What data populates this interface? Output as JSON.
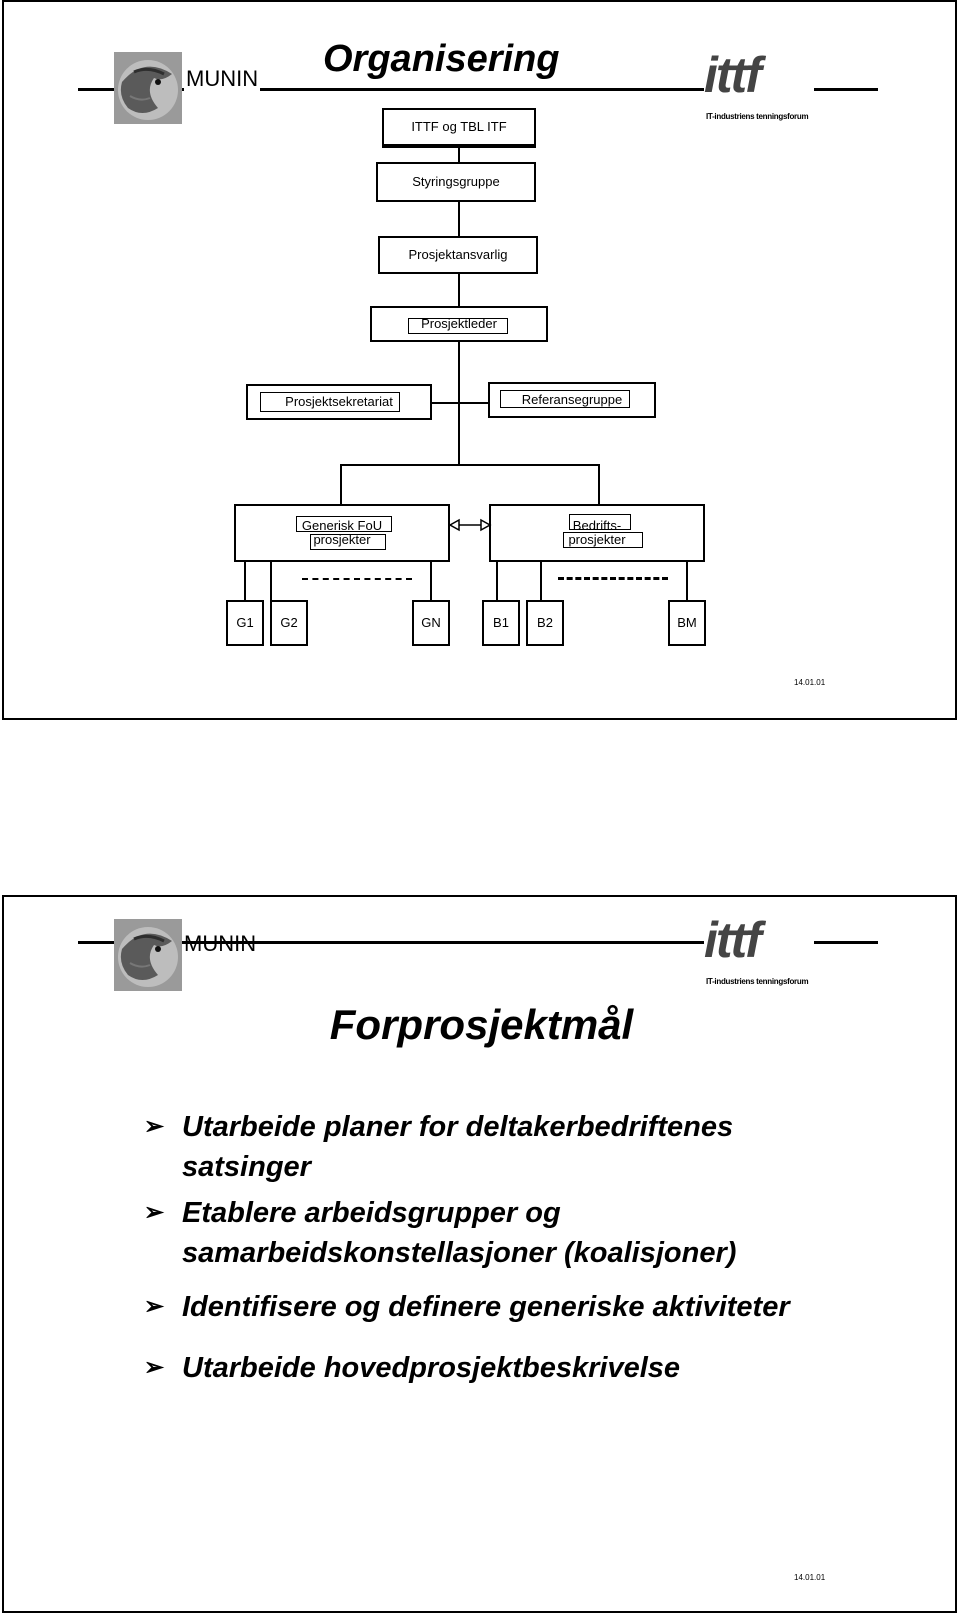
{
  "slide1": {
    "brand": "MUNIN",
    "title": "Organisering",
    "ittf_logo_text": "ittf",
    "ittf_logo_subtitle": "IT-industriens tenningsforum",
    "nodes": {
      "top": "ITTF og TBL ITF",
      "steering": "Styringsgruppe",
      "responsible": "Prosjektansvarlig",
      "leader": "Prosjektleder",
      "secretariat": "Prosjektsekretariat",
      "reference": "Referansegruppe",
      "generic_line1": "Generisk FoU",
      "generic_line2": "prosjekter",
      "company_line1": "Bedrifts-",
      "company_line2": "prosjekter"
    },
    "leaves": [
      "G1",
      "G2",
      "GN",
      "B1",
      "B2",
      "BM"
    ],
    "date": "14.01.01"
  },
  "slide2": {
    "brand": "MUNIN",
    "ittf_logo_text": "ittf",
    "ittf_logo_subtitle": "IT-industriens tenningsforum",
    "title": "Forprosjektmål",
    "bullet_marker": "➢",
    "bullets": [
      {
        "line1": "Utarbeide planer for deltakerbedriftenes",
        "line2": "satsinger"
      },
      {
        "line1": "Etablere arbeidsgrupper og",
        "line2": "samarbeidskonstellasjoner (koalisjoner)"
      },
      {
        "line1": "Identifisere og definere generiske aktiviteter",
        "line2": ""
      },
      {
        "line1": "Utarbeide hovedprosjektbeskrivelse",
        "line2": ""
      }
    ],
    "date": "14.01.01"
  }
}
